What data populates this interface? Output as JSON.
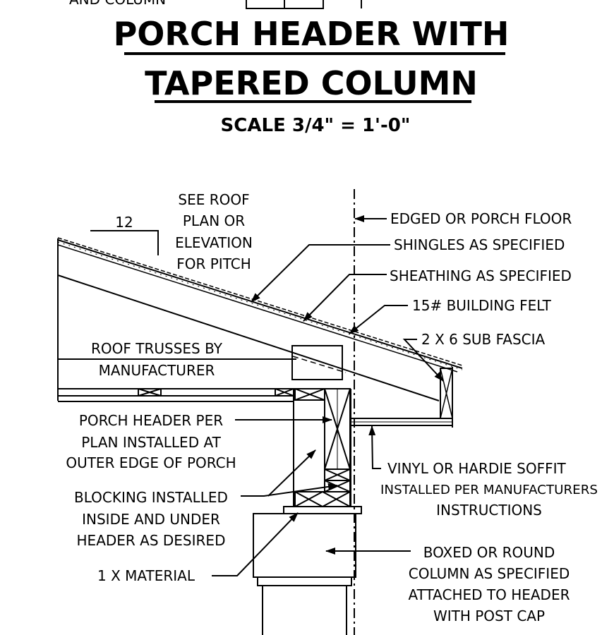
{
  "top_fragment": "AND COLUMN",
  "title_line1": "PORCH HEADER WITH",
  "title_line2": "TAPERED COLUMN",
  "scale": "SCALE 3/4\" = 1'-0\"",
  "pitch_run": "12",
  "notes": {
    "see_roof": [
      "SEE ROOF",
      "PLAN OR",
      "ELEVATION",
      "FOR PITCH"
    ],
    "edged_floor": "EDGED OR PORCH FLOOR",
    "shingles": "SHINGLES AS SPECIFIED",
    "sheathing": "SHEATHING AS SPECIFIED",
    "felt": "15# BUILDING FELT",
    "sub_fascia": "2 X 6 SUB FASCIA",
    "trusses": [
      "ROOF TRUSSES BY",
      "MANUFACTURER"
    ],
    "porch_header": [
      "PORCH HEADER PER",
      "PLAN INSTALLED AT",
      "OUTER EDGE OF PORCH"
    ],
    "blocking": [
      "BLOCKING INSTALLED",
      "INSIDE AND UNDER",
      "HEADER AS DESIRED"
    ],
    "material": "1 X MATERIAL",
    "soffit": [
      "VINYL OR HARDIE SOFFIT",
      "INSTALLED PER MANUFACTURERS",
      "INSTRUCTIONS"
    ],
    "column": [
      "BOXED OR ROUND",
      "COLUMN AS SPECIFIED",
      "ATTACHED TO HEADER",
      "WITH POST CAP"
    ]
  }
}
